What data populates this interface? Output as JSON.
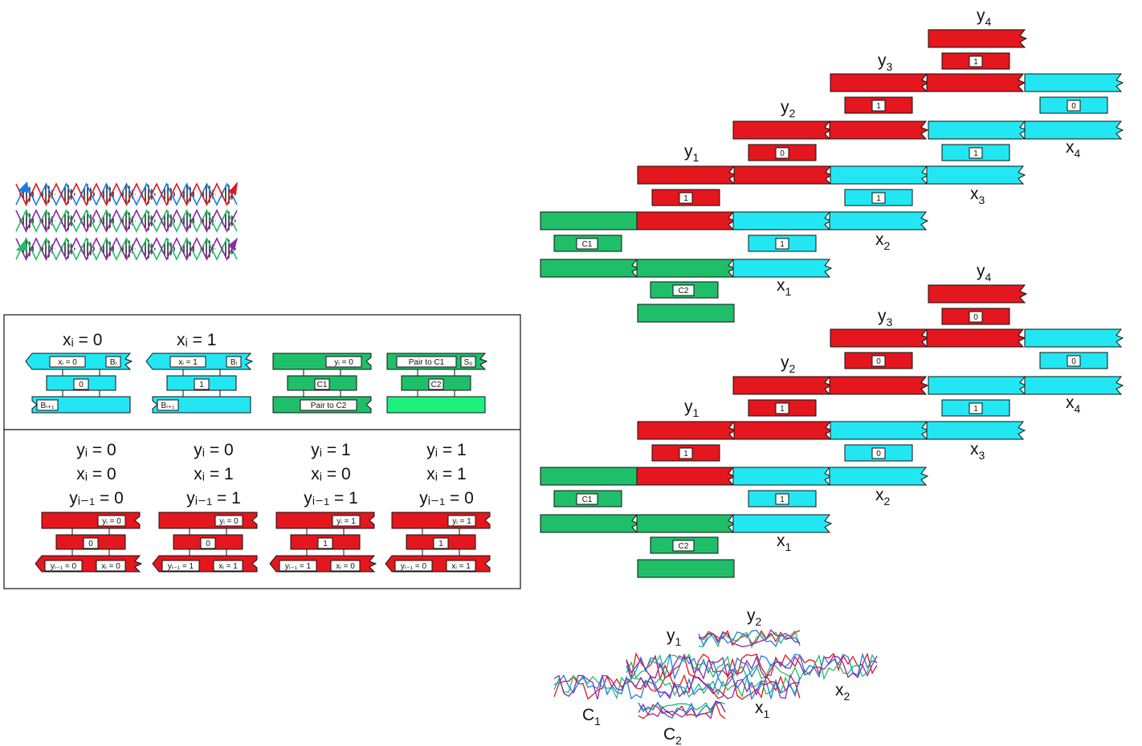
{
  "colors": {
    "red": "#e3171d",
    "cyan": "#22e7f2",
    "green": "#1fbf6a",
    "green_light": "#1ef07e",
    "purple": "#8e2aa5",
    "blue": "#1e7be5",
    "black": "#111111"
  },
  "legend": {
    "top_row_headers": [
      "xᵢ = 0",
      "xᵢ = 1"
    ],
    "top_tiles": [
      {
        "top_label": "xᵢ = 0",
        "side_label": "Bᵢ",
        "mid_label": "0",
        "bottom_label": "Bᵢ₊₁"
      },
      {
        "top_label": "xᵢ = 1",
        "side_label": "Bᵢ",
        "mid_label": "1",
        "bottom_label": "Bᵢ₊₁"
      },
      {
        "top_label": "yᵢ = 0",
        "mid_label": "C1",
        "bottom_label": "Pair to C2"
      },
      {
        "top_label": "Pair to C1",
        "side_label": "S₀",
        "mid_label": "C2"
      }
    ],
    "bottom_headers": [
      [
        "yᵢ = 0",
        "xᵢ = 0",
        "yᵢ₋₁ = 0"
      ],
      [
        "yᵢ = 0",
        "xᵢ = 1",
        "yᵢ₋₁ = 1"
      ],
      [
        "yᵢ = 1",
        "xᵢ = 0",
        "yᵢ₋₁ = 1"
      ],
      [
        "yᵢ = 1",
        "xᵢ = 1",
        "yᵢ₋₁ = 0"
      ]
    ],
    "bottom_tiles": [
      {
        "top_label": "yᵢ = 0",
        "mid_label": "0",
        "left_label": "yᵢ₋₁ = 0",
        "right_label": "xᵢ = 0"
      },
      {
        "top_label": "yᵢ = 0",
        "mid_label": "0",
        "left_label": "yᵢ₋₁ = 1",
        "right_label": "xᵢ = 1"
      },
      {
        "top_label": "yᵢ = 1",
        "mid_label": "1",
        "left_label": "yᵢ₋₁ = 1",
        "right_label": "xᵢ = 0"
      },
      {
        "top_label": "yᵢ = 1",
        "mid_label": "1",
        "left_label": "yᵢ₋₁ = 0",
        "right_label": "xᵢ = 1"
      }
    ]
  },
  "assembly_top": {
    "y_labels": [
      "y",
      "y",
      "y",
      "y"
    ],
    "y_subs": [
      "1",
      "2",
      "3",
      "4"
    ],
    "x_labels": [
      "x",
      "x",
      "x",
      "x"
    ],
    "x_subs": [
      "1",
      "2",
      "3",
      "4"
    ],
    "red_marks": [
      "1",
      "0",
      "1",
      "1"
    ],
    "cyan_marks": [
      "1",
      "1",
      "1",
      "0"
    ],
    "green_marks": [
      "C1",
      "C2"
    ]
  },
  "assembly_bottom": {
    "y_labels": [
      "y",
      "y",
      "y",
      "y"
    ],
    "y_subs": [
      "1",
      "2",
      "3",
      "4"
    ],
    "x_labels": [
      "x",
      "x",
      "x",
      "x"
    ],
    "x_subs": [
      "1",
      "2",
      "3",
      "4"
    ],
    "red_marks": [
      "1",
      "1",
      "0",
      "0"
    ],
    "cyan_marks": [
      "1",
      "0",
      "1",
      "0"
    ],
    "green_marks": [
      "C1",
      "C2"
    ]
  },
  "molecular": {
    "labels": [
      {
        "base": "y",
        "sub": "2"
      },
      {
        "base": "y",
        "sub": "1"
      },
      {
        "base": "x",
        "sub": "2"
      },
      {
        "base": "C",
        "sub": "1"
      },
      {
        "base": "x",
        "sub": "1"
      },
      {
        "base": "C",
        "sub": "2"
      }
    ]
  }
}
